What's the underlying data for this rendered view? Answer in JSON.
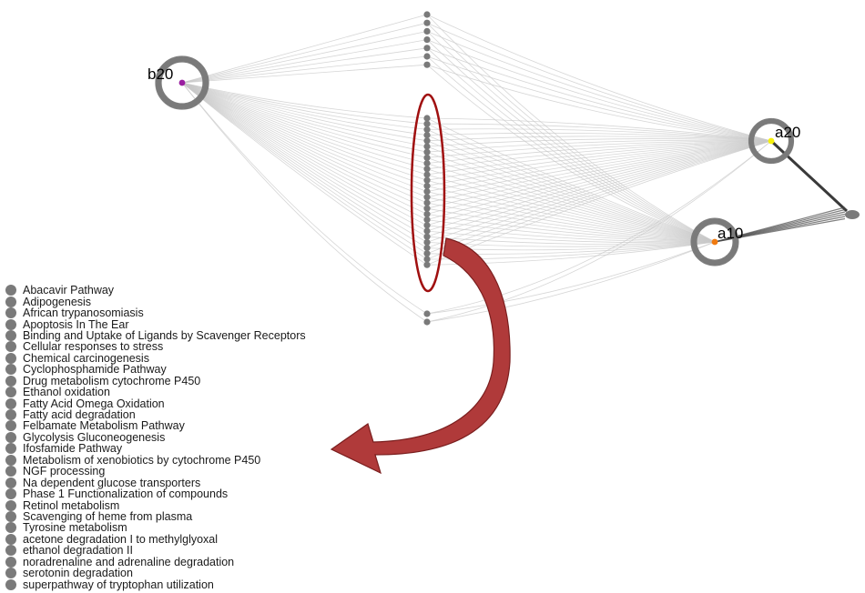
{
  "colors": {
    "edge": "#c8c8c8",
    "node_gray": "#7a7a7a",
    "highlight": "#a01010",
    "arrow_fill": "#b03a3a",
    "b20_center": "#9a1fa0",
    "a20_center": "#f5f00a",
    "a10_center": "#f07a10"
  },
  "nodes": {
    "b20": {
      "label": "b20"
    },
    "a20": {
      "label": "a20"
    },
    "a10": {
      "label": "a10"
    }
  },
  "top_cluster_count": 7,
  "middle_cluster_count": 27,
  "bottom_cluster_count": 2,
  "pathway_list": [
    "Abacavir Pathway",
    "Adipogenesis",
    "African trypanosomiasis",
    "Apoptosis In The Ear",
    "Binding and Uptake of Ligands by Scavenger Receptors",
    "Cellular responses to stress",
    "Chemical carcinogenesis",
    "Cyclophosphamide Pathway",
    "Drug metabolism   cytochrome P450",
    "Ethanol oxidation",
    "Fatty Acid Omega Oxidation",
    "Fatty acid degradation",
    "Felbamate Metabolism Pathway",
    "Glycolysis   Gluconeogenesis",
    "Ifosfamide Pathway",
    "Metabolism of xenobiotics by cytochrome P450",
    "NGF processing",
    "Na  dependent glucose transporters",
    "Phase 1   Functionalization of compounds",
    "Retinol metabolism",
    "Scavenging of heme from plasma",
    "Tyrosine metabolism",
    "acetone degradation I  to methylglyoxal",
    "ethanol degradation II",
    "noradrenaline and adrenaline degradation",
    "serotonin degradation",
    "superpathway of tryptophan utilization"
  ]
}
